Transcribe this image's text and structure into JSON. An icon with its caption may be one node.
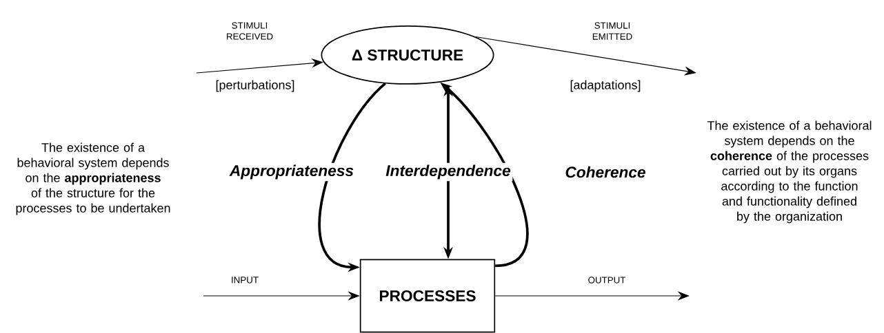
{
  "diagram": {
    "nodes": [
      {
        "text": [
          "Δ STRUCTURE"
        ]
      },
      {
        "text": [
          "PROCESSES"
        ]
      }
    ],
    "edges": [
      {
        "from": null,
        "to": 0,
        "arrow": "to",
        "label": "STIMULI RECEIVED"
      },
      {
        "from": 0,
        "to": null,
        "arrow": "to",
        "label": "STIMULI EMITTED"
      },
      {
        "from": null,
        "to": 1,
        "arrow": "to",
        "label": "INPUT"
      },
      {
        "from": 1,
        "to": null,
        "arrow": "to",
        "label": "OUTPUT"
      },
      {
        "from": 0,
        "to": 1,
        "arrow": "to",
        "label": "Appropriateness",
        "style": "thick"
      },
      {
        "from": 1,
        "to": 0,
        "arrow": "both",
        "label": "Interdependence",
        "style": "thick"
      },
      {
        "from": 1,
        "to": 0,
        "arrow": "to",
        "label": "Coherence",
        "style": "thick"
      }
    ],
    "labels": [
      "[perturbations]",
      "[adaptations]",
      "The existence of a behavioral system depends on the **appropriateness** of the structure for the processes to be undertaken",
      "The existence of a behavioral system depends on the **coherence** of the processes carried out by its organs according to the function and functionality defined by the organization"
    ]
  }
}
